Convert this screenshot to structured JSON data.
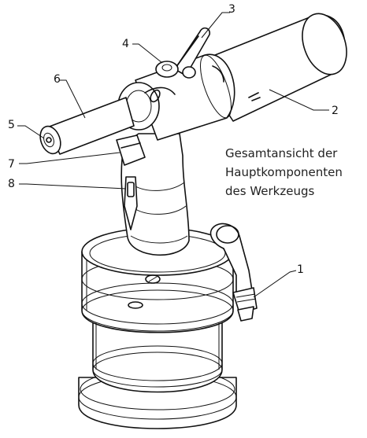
{
  "callouts": [
    {
      "id": "1",
      "label": "1"
    },
    {
      "id": "2",
      "label": "2"
    },
    {
      "id": "3",
      "label": "3"
    },
    {
      "id": "4",
      "label": "4"
    },
    {
      "id": "5",
      "label": "5"
    },
    {
      "id": "6",
      "label": "6"
    },
    {
      "id": "7",
      "label": "7"
    },
    {
      "id": "8",
      "label": "8"
    }
  ],
  "caption": {
    "line1": "Gesamtansicht der",
    "line2": "Hauptkomponenten",
    "line3": "des Werkzeugs"
  }
}
